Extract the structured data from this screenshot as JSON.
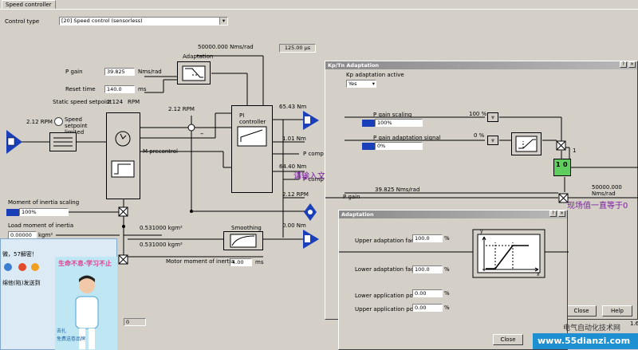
{
  "tab": {
    "label": "Speed controller"
  },
  "control_type": {
    "label": "Control type",
    "value": "[20] Speed control (sensorless)"
  },
  "params": {
    "kp_nms": "50000.000 Nms/rad",
    "adaptation_label": "Adaptation",
    "time_value": "125.00 µs",
    "p_gain_label": "P gain",
    "p_gain_value": "39.825",
    "p_gain_unit": "Nms/rad",
    "reset_time_label": "Reset time",
    "reset_time_value": "140.0",
    "reset_time_unit": "ms",
    "static_label": "Static speed setpoint",
    "static_value": "2.124",
    "static_unit": "RPM",
    "rpm_in": "2.12 RPM",
    "speed_limited": "Speed setpoint limited",
    "rpm_mid": "2.12 RPM",
    "m_precontrol": "M precontrol",
    "pi_controller": "PI controller",
    "nm1": "65.43 Nm",
    "nm2": "1.01 Nm",
    "p_comp1": "P comp",
    "nm3": "64.40 Nm",
    "p_comp2": "P comp",
    "rpm_out": "2.12 RPM",
    "nm_zero": "0.00 Nm",
    "smoothing_label": "Smoothing",
    "smoothing_value": "4.00",
    "smoothing_unit": "ms",
    "moi_scaling_label": "Moment of inertia scaling",
    "moi_scaling_value": "100%",
    "load_moi_label": "Load moment of inertia",
    "load_moi_value": "0.00000",
    "load_moi_unit": "kgm²",
    "kgm1": "0.531000 kgm²",
    "kgm2": "0.531000 kgm²",
    "motor_moi": "Motor moment of inertia",
    "minus_sign": "–"
  },
  "kptn_window": {
    "title": "Kp/Tn Adaptation",
    "active_label": "Kp adaptation active",
    "active_value": "Yes",
    "p_scaling_label": "P gain scaling",
    "p_scaling_value": "100%",
    "pct100": "100 %",
    "adapt_signal_label": "P gain adaptation signal",
    "adapt_signal_value": "0%",
    "pct0": "0 %",
    "nms_left": "39.825 Nms/rad",
    "p_gain": "P gain",
    "nms_right": "50000.000 Nms/rad",
    "switch_top": "1",
    "switch_a": "1",
    "switch_b": "0",
    "close": "Close",
    "help": "Help",
    "overlay1": "请输入文字",
    "overlay2": "现场值一直等于0"
  },
  "adaptation_window": {
    "title": "Adaptation",
    "upper_factor_label": "Upper adaptation factor",
    "upper_factor_value": "100.0",
    "lower_factor_label": "Lower adaptation factor",
    "lower_factor_value": "100.0",
    "lower_point_label": "Lower application point",
    "lower_point_value": "0.00",
    "upper_point_label": "Upper application point",
    "upper_point_value": "0.00",
    "pct": "%",
    "y_axis": "y",
    "x_axis": "x",
    "close": "Close"
  },
  "chat_popup": {
    "line1": "微，57解密！",
    "line2": "绵他(陷)发送到",
    "banner": "生命不息·学习不止",
    "caption1": "去扎",
    "caption2": "免费送卷品牌"
  },
  "bottom": {
    "value": "0",
    "stamp": "1.6"
  },
  "watermark": {
    "cn": "电气自动化技术网",
    "url": "www.55dianzi.com"
  },
  "colors": {
    "accent": "#1a3fb8",
    "overlay_text": "#7a1fa0"
  }
}
